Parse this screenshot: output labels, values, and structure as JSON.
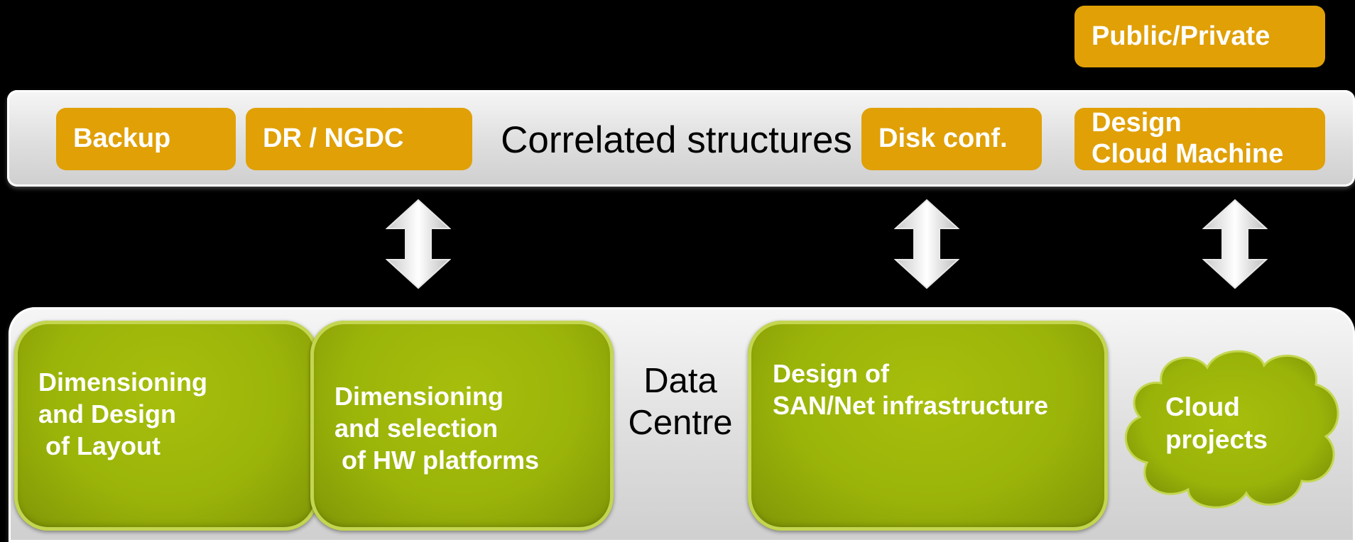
{
  "top_row": {
    "title": "Correlated structures",
    "tags": {
      "backup": "Backup",
      "dr_ngdc": "DR / NGDC",
      "disk_conf": "Disk conf.",
      "design_cloud_machine": "Design\nCloud Machine",
      "public_private": "Public/Private"
    }
  },
  "bottom_row": {
    "title": "Data\nCentre",
    "boxes": {
      "layout": "Dimensioning\nand Design\n of Layout",
      "hw_platforms": "Dimensioning\nand selection\n of HW platforms",
      "san_net": "Design of\nSAN/Net infrastructure"
    },
    "cloud": "Cloud\nprojects"
  },
  "colors": {
    "background": "#000000",
    "tag_orange": "#e0a006",
    "box_green": "#9bb409",
    "bar_grey": "#e3e3e3"
  },
  "icons": [
    "double-arrow-icon",
    "cloud-shape-icon"
  ]
}
